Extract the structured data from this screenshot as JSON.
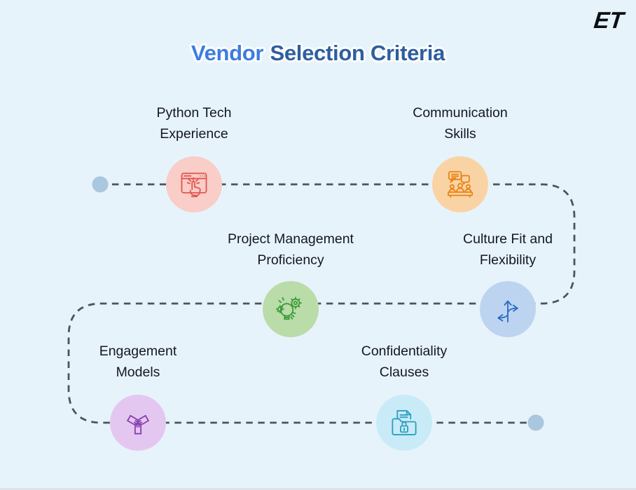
{
  "page": {
    "background": "#e7f3fa"
  },
  "logo": {
    "text": "ET"
  },
  "title": {
    "part1": "Vendor",
    "part2": "Selection Criteria",
    "color_part1": "#3c7cdf",
    "color_part2": "#2e5e9f"
  },
  "connector": {
    "dash_color": "#4c545b",
    "endpoint_color": "#a9c7df"
  },
  "nodes": [
    {
      "id": "python-tech-experience",
      "label_line1": "Python Tech",
      "label_line2": "Experience",
      "icon": "browser-click-icon",
      "circle_color": "#f9cdc8",
      "icon_color": "#e4574e"
    },
    {
      "id": "communication-skills",
      "label_line1": "Communication",
      "label_line2": "Skills",
      "icon": "meeting-chat-icon",
      "circle_color": "#fad3a4",
      "icon_color": "#e8861a"
    },
    {
      "id": "project-management-proficiency",
      "label_line1": "Project Management",
      "label_line2": "Proficiency",
      "icon": "idea-gears-icon",
      "circle_color": "#b9dca9",
      "icon_color": "#3c9c3c"
    },
    {
      "id": "culture-fit-and-flexibility",
      "label_line1": "Culture Fit and",
      "label_line2": "Flexibility",
      "icon": "branching-arrows-icon",
      "circle_color": "#bdd4f0",
      "icon_color": "#2b6cc4"
    },
    {
      "id": "engagement-models",
      "label_line1": "Engagement",
      "label_line2": "Models",
      "icon": "team-hands-icon",
      "circle_color": "#e4c7f0",
      "icon_color": "#8a3fb0"
    },
    {
      "id": "confidentiality-clauses",
      "label_line1": "Confidentiality",
      "label_line2": "Clauses",
      "icon": "folder-lock-icon",
      "circle_color": "#c8ebf7",
      "icon_color": "#2e9fbf"
    }
  ]
}
